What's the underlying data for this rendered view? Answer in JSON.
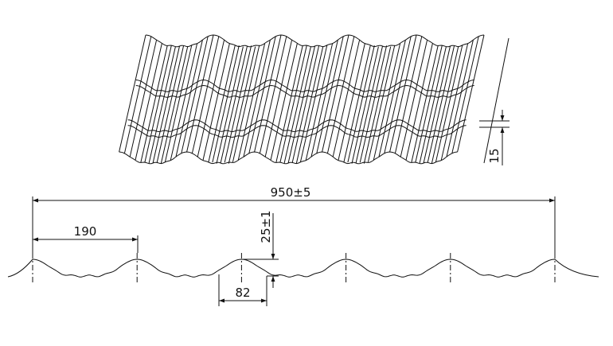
{
  "dimensions": {
    "overall_width": "950±5",
    "pitch": "190",
    "profile_height": "25±1",
    "valley_width": "82",
    "step_height": "15"
  },
  "colors": {
    "line": "#111111",
    "background": "#ffffff"
  }
}
